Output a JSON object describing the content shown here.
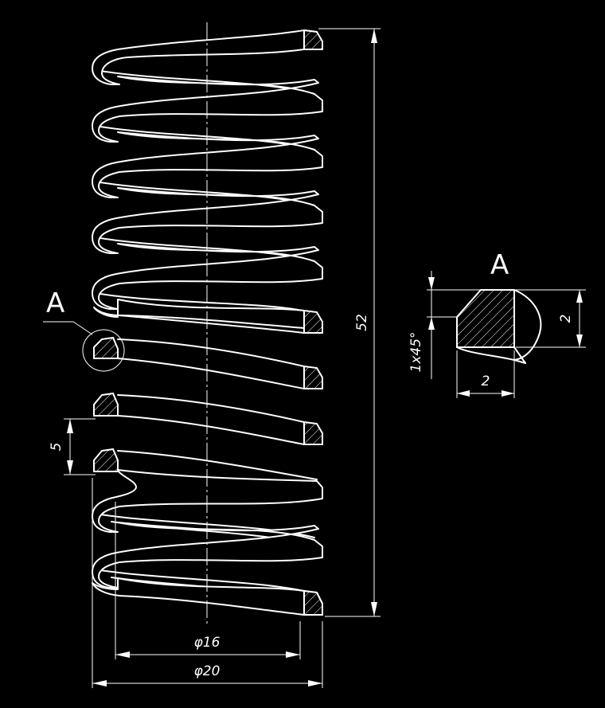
{
  "drawing": {
    "view_label": "A",
    "section_label": "A",
    "dimensions": {
      "free_length": "52",
      "pitch": "5",
      "inner_diameter": "φ16",
      "outer_diameter": "φ20",
      "wire_width": "2",
      "wire_height": "2",
      "chamfer": "1x45°"
    }
  }
}
